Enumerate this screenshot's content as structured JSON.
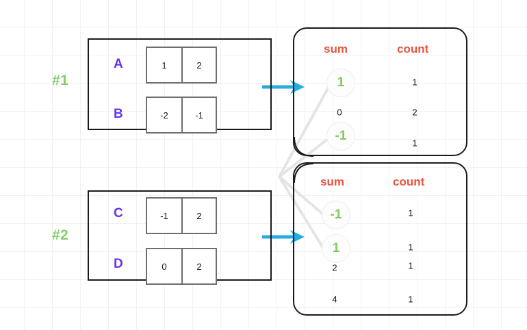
{
  "diagram": {
    "title": "shuffle-merge-of-partial-aggregates",
    "groups": [
      {
        "label": "#1",
        "rows": [
          {
            "name": "A",
            "cells": [
              "1",
              "2"
            ]
          },
          {
            "name": "B",
            "cells": [
              "-2",
              "-1"
            ]
          }
        ]
      },
      {
        "label": "#2",
        "rows": [
          {
            "name": "C",
            "cells": [
              "-1",
              "2"
            ]
          },
          {
            "name": "D",
            "cells": [
              "0",
              "2"
            ]
          }
        ]
      }
    ],
    "panels": [
      {
        "name": "panel-1",
        "headers": {
          "sum": "sum",
          "count": "count"
        },
        "rows": [
          {
            "sum": "1",
            "count": "1",
            "highlight": true
          },
          {
            "sum": "0",
            "count": "2",
            "highlight": false
          },
          {
            "sum": "-1",
            "count": "1",
            "highlight": true
          }
        ]
      },
      {
        "name": "panel-2",
        "headers": {
          "sum": "sum",
          "count": "count"
        },
        "rows": [
          {
            "sum": "-1",
            "count": "1",
            "highlight": true
          },
          {
            "sum": "1",
            "count": "1",
            "highlight": true
          },
          {
            "sum": "2",
            "count": "1",
            "highlight": false
          },
          {
            "sum": "4",
            "count": "1",
            "highlight": false
          }
        ]
      }
    ],
    "colors": {
      "group_label": "#84cf6a",
      "row_letter": "#6633ee",
      "column_header": "#e8543f",
      "highlight_value": "#84c95f",
      "arrow": "#29abe2",
      "link_line": "#e2e2e2",
      "block_border": "#1a1a1a",
      "cell_border": "#6e6e6e",
      "grid": "#f1f1ef"
    },
    "arrows": [
      {
        "name": "arrow-group-1-to-panel-1",
        "glyph": "→"
      },
      {
        "name": "arrow-group-2-to-panel-2",
        "glyph": "→"
      }
    ]
  }
}
